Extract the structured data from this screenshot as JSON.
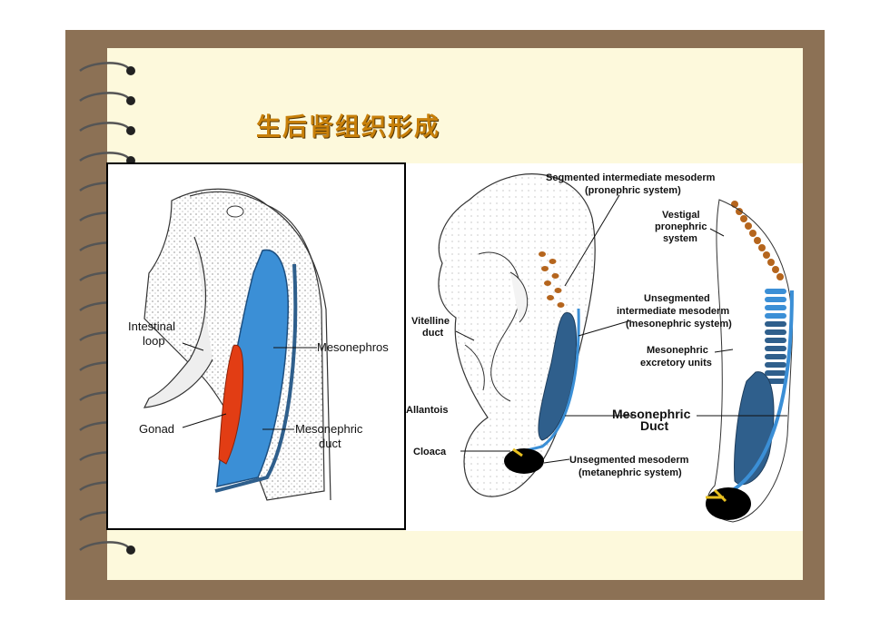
{
  "slide": {
    "title": "生后肾组织形成"
  },
  "left_figure": {
    "labels": {
      "intestinal_loop_1": "Intestinal",
      "intestinal_loop_2": "loop",
      "mesonephros": "Mesonephros",
      "gonad": "Gonad",
      "mesonephric_duct_1": "Mesonephric",
      "mesonephric_duct_2": "duct"
    }
  },
  "right_figure": {
    "labels": {
      "segmented_1": "Segmented intermediate mesoderm",
      "segmented_2": "(pronephric system)",
      "vestigal_1": "Vestigal",
      "vestigal_2": "pronephric",
      "vestigal_3": "system",
      "unsegmented_1": "Unsegmented",
      "unsegmented_2": "intermediate mesoderm",
      "unsegmented_3": "(mesonephric system)",
      "vitelline_1": "Vitelline",
      "vitelline_2": "duct",
      "excretory_1": "Mesonephric",
      "excretory_2": "excretory units",
      "allantois": "Allantois",
      "duct_1": "Mesonephric",
      "duct_2": "Duct",
      "cloaca": "Cloaca",
      "metanephric_1": "Unsegmented mesoderm",
      "metanephric_2": "(metanephric system)"
    }
  },
  "colors": {
    "frame": "#8c7155",
    "page": "#fdf9dc",
    "title": "#c8800a",
    "blue_light": "#3b8fd6",
    "blue_dark": "#2f5f8c",
    "red": "#e23d14",
    "brown": "#b5651d"
  }
}
